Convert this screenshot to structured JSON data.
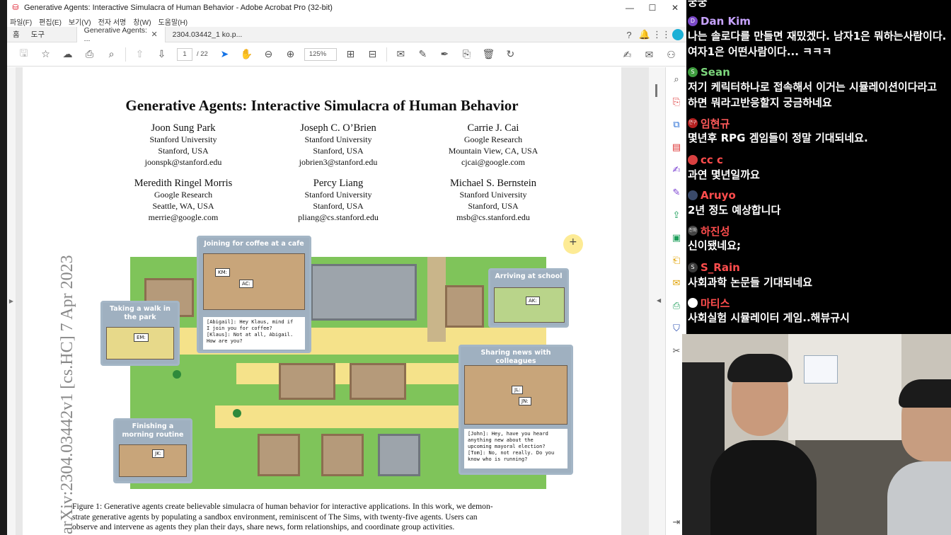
{
  "window": {
    "title": "Generative Agents: Interactive Simulacra of Human Behavior - Adobe Acrobat Pro (32-bit)",
    "controls": [
      "—",
      "☐",
      "✕"
    ]
  },
  "menu": [
    "파일(F)",
    "편집(E)",
    "보기(V)",
    "전자 서명",
    "창(W)",
    "도움말(H)"
  ],
  "tabs": {
    "home": "홈",
    "tools": "도구",
    "items": [
      {
        "label": "Generative Agents: ...",
        "active": true
      },
      {
        "label": "2304.03442_1 ko.p...",
        "active": false
      }
    ],
    "close": "✕"
  },
  "toolbar": {
    "page_current": "1",
    "page_total": "/ 22",
    "zoom": "125%"
  },
  "paper": {
    "title": "Generative Agents: Interactive Simulacra of Human Behavior",
    "authors": [
      {
        "name": "Joon Sung Park",
        "affil": "Stanford University",
        "loc": "Stanford, USA",
        "email": "joonspk@stanford.edu"
      },
      {
        "name": "Joseph C. O’Brien",
        "affil": "Stanford University",
        "loc": "Stanford, USA",
        "email": "jobrien3@stanford.edu"
      },
      {
        "name": "Carrie J. Cai",
        "affil": "Google Research",
        "loc": "Mountain View, CA, USA",
        "email": "cjcai@google.com"
      },
      {
        "name": "Meredith Ringel Morris",
        "affil": "Google Research",
        "loc": "Seattle, WA, USA",
        "email": "merrie@google.com"
      },
      {
        "name": "Percy Liang",
        "affil": "Stanford University",
        "loc": "Stanford, USA",
        "email": "pliang@cs.stanford.edu"
      },
      {
        "name": "Michael S. Bernstein",
        "affil": "Stanford University",
        "loc": "Stanford, USA",
        "email": "msb@cs.stanford.edu"
      }
    ],
    "arxiv": "arXiv:2304.03442v1  [cs.HC]  7 Apr 2023",
    "figure": {
      "callouts": {
        "coffee": "Joining for coffee at a cafe",
        "school": "Arriving at school",
        "walk": "Taking a walk in the park",
        "news": "Sharing news with colleagues",
        "morning": "Finishing a morning routine"
      },
      "bubbles": {
        "km": "KM:",
        "ac": "AC:",
        "ak": "AK:",
        "em": "EM:",
        "jl": "JL:",
        "jn": "JN:",
        "jk": "JK:"
      },
      "dialog_coffee": [
        "[Abigail]: Hey Klaus, mind if",
        "I join you for coffee?",
        "[Klaus]: Not at all, Abigail.",
        "How are you?"
      ],
      "dialog_news": [
        "[John]: Hey, have you heard",
        "anything new about the",
        "upcoming mayoral election?",
        "[Tom]: No, not really. Do you",
        "know who is running?"
      ]
    },
    "caption": [
      "Figure 1: Generative agents create believable simulacra of human behavior for interactive applications. In this work, we demon-",
      "strate generative agents by populating a sandbox environment, reminiscent of The Sims, with twenty-five agents. Users can",
      "observe and intervene as agents they plan their days, share news, form relationships, and coordinate group activities."
    ]
  },
  "chat": {
    "messages": [
      {
        "name": "",
        "text": "궁궁",
        "color": "#ffffff",
        "badge_color": "#000000",
        "badge": ""
      },
      {
        "name": "Dan Kim",
        "text": "나는 솔로다를 만들면 재밌겠다. 남자1은 뭐하는사람이다. 여자1은 어떤사람이다... ㅋㅋㅋ",
        "color": "#c7a3ff",
        "badge_color": "#7a49c7",
        "badge": "D"
      },
      {
        "name": "Sean",
        "text": "저기 케릭터하나로 접속해서 이거는 시뮬레이션이다라고 하면 뭐라고반응할지 궁금하네요",
        "color": "#7cd67c",
        "badge_color": "#3e9c3e",
        "badge": "S"
      },
      {
        "name": "임현규",
        "text": "몇년후 RPG 겜임들이 정말 기대되네요.",
        "color": "#ff5a5a",
        "badge_color": "#b32020",
        "badge": "연구"
      },
      {
        "name": "cc c",
        "text": "과연 몇년일까요",
        "color": "#ff4d4d",
        "badge_color": "#d94040",
        "badge": ""
      },
      {
        "name": "Aruyo",
        "text": "2년 정도 예상합니다",
        "color": "#ff4d4d",
        "badge_color": "#3a4a6a",
        "badge": ""
      },
      {
        "name": "하진성",
        "text": "신이됐네요;",
        "color": "#ff4d4d",
        "badge_color": "#444444",
        "badge": "진화"
      },
      {
        "name": "S_Rain",
        "text": "사회과학 논문들 기대되네요",
        "color": "#ff4d4d",
        "badge_color": "#3a3a3a",
        "badge": "S"
      },
      {
        "name": "마티스",
        "text": "사회실험 시뮬레이터 게임..해뷰규시",
        "color": "#ff4d4d",
        "badge_color": "#ffffff",
        "badge": ""
      }
    ]
  },
  "colors": {
    "accent": "#1473e6",
    "map_grass": "#7fc45a",
    "path": "#f5e28a"
  }
}
